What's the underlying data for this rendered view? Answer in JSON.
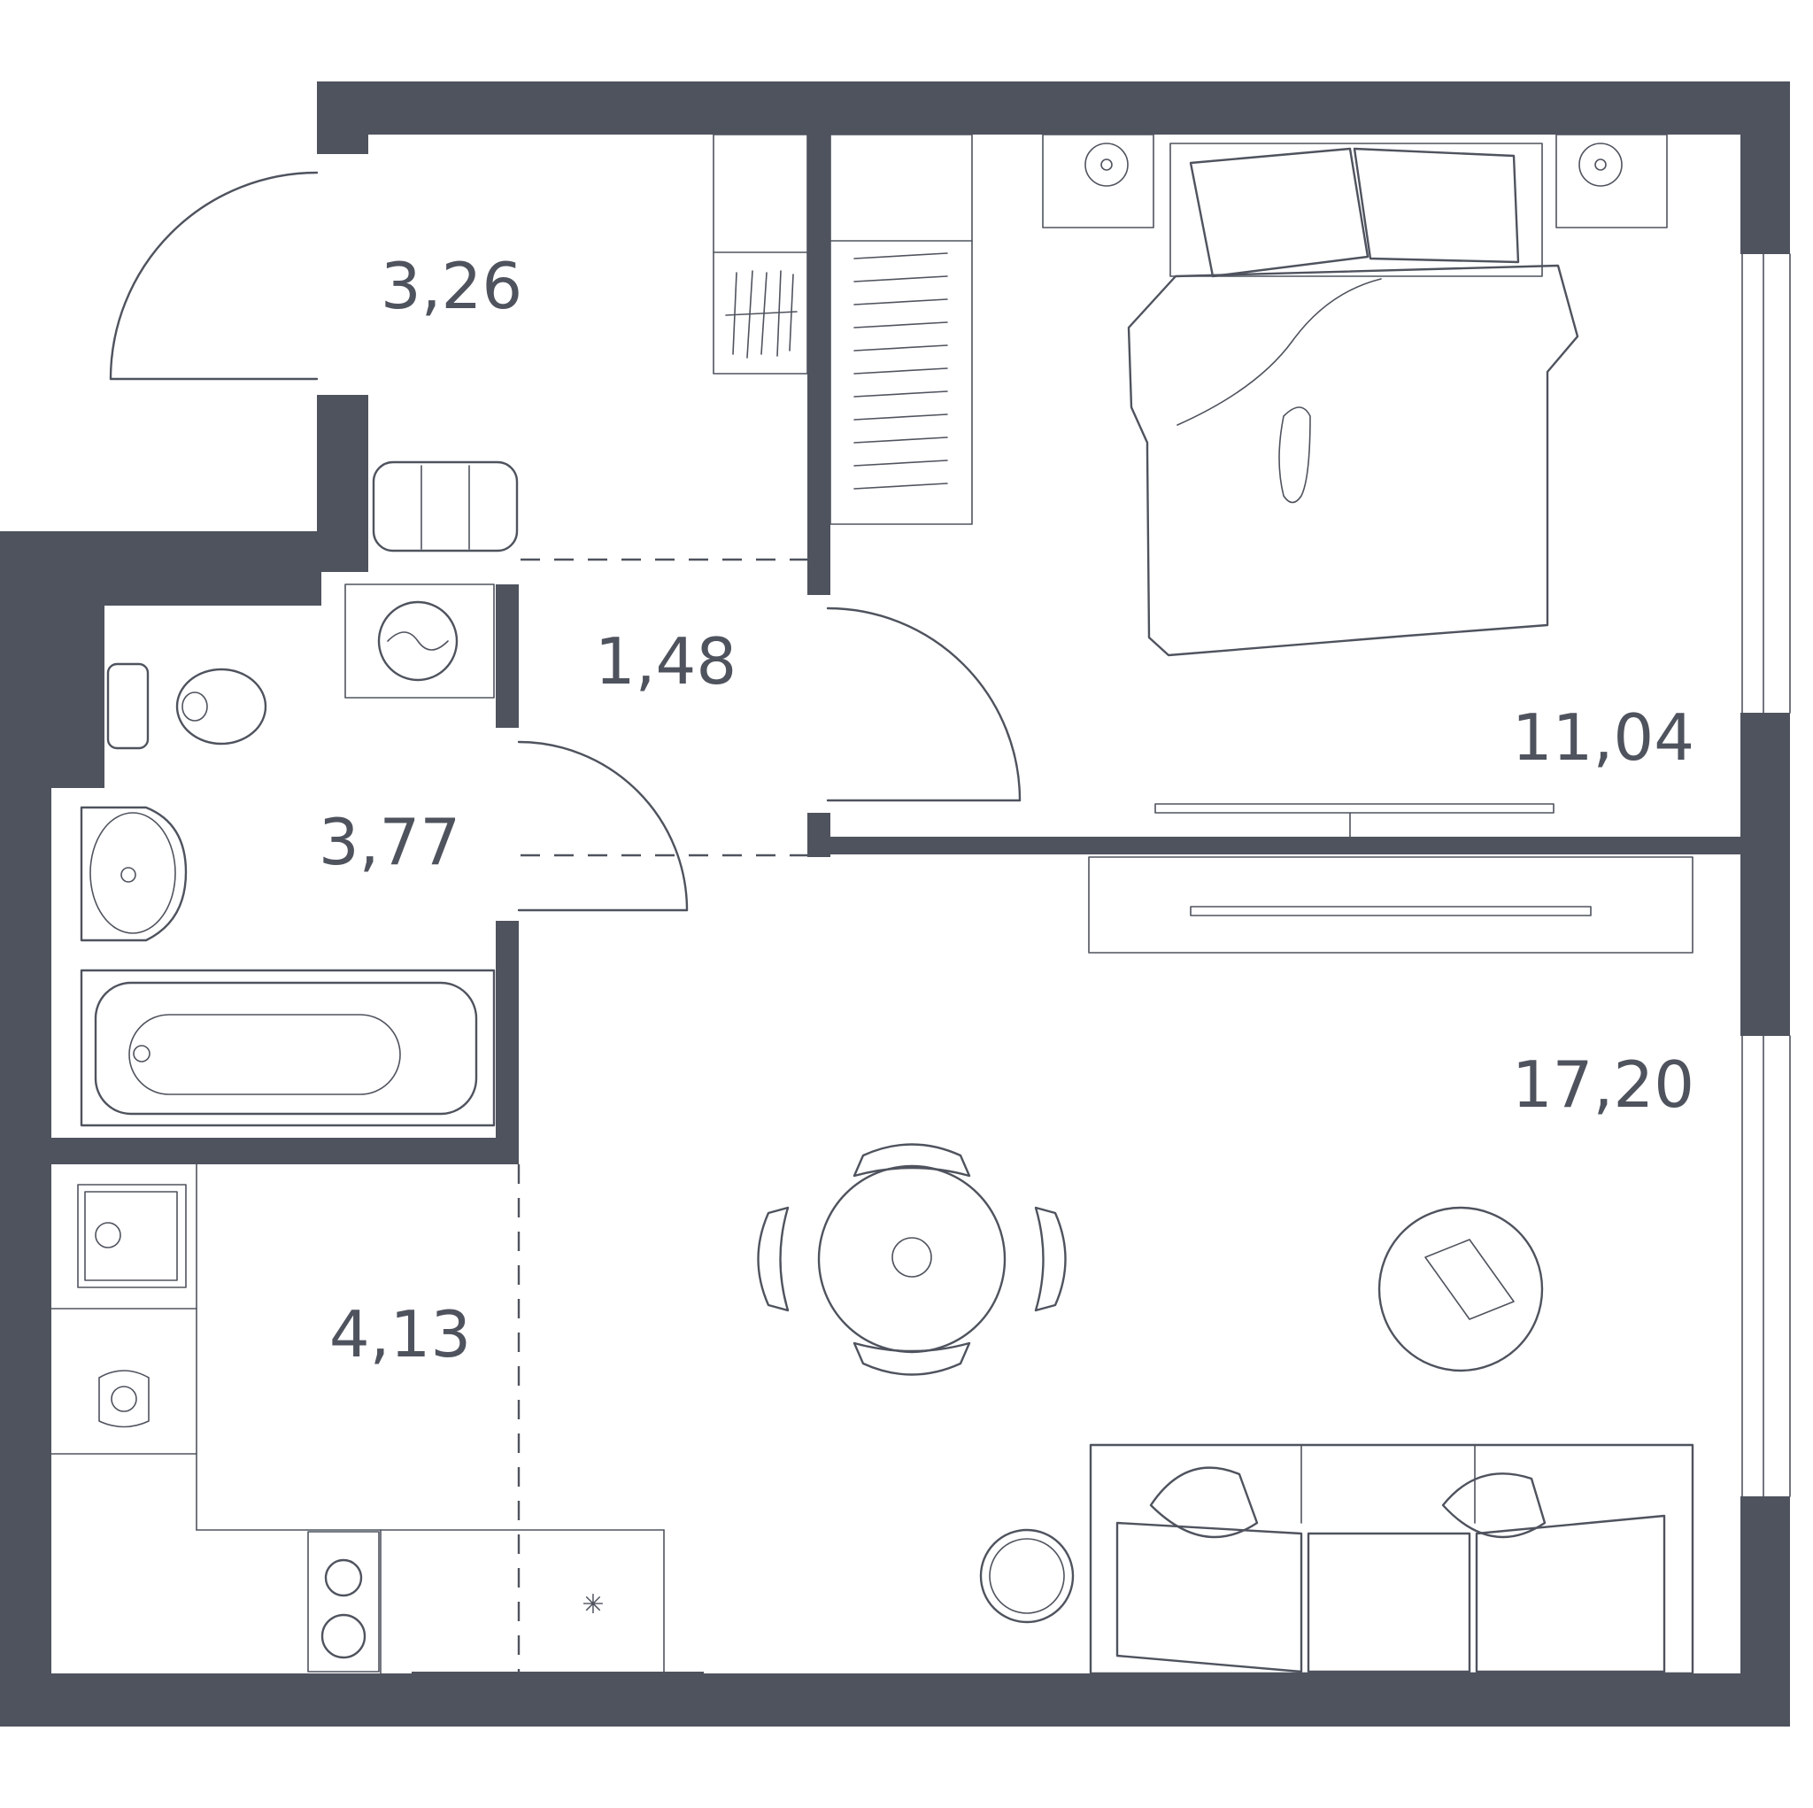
{
  "colors": {
    "wall": "#4f535e",
    "background": "#ffffff",
    "line": "#4f535e"
  },
  "rooms": [
    {
      "id": "hall",
      "area": "3,26"
    },
    {
      "id": "corridor",
      "area": "1,48"
    },
    {
      "id": "bathroom",
      "area": "3,77"
    },
    {
      "id": "kitchen",
      "area": "4,13"
    },
    {
      "id": "bedroom",
      "area": "11,04"
    },
    {
      "id": "living",
      "area": "17,20"
    }
  ]
}
